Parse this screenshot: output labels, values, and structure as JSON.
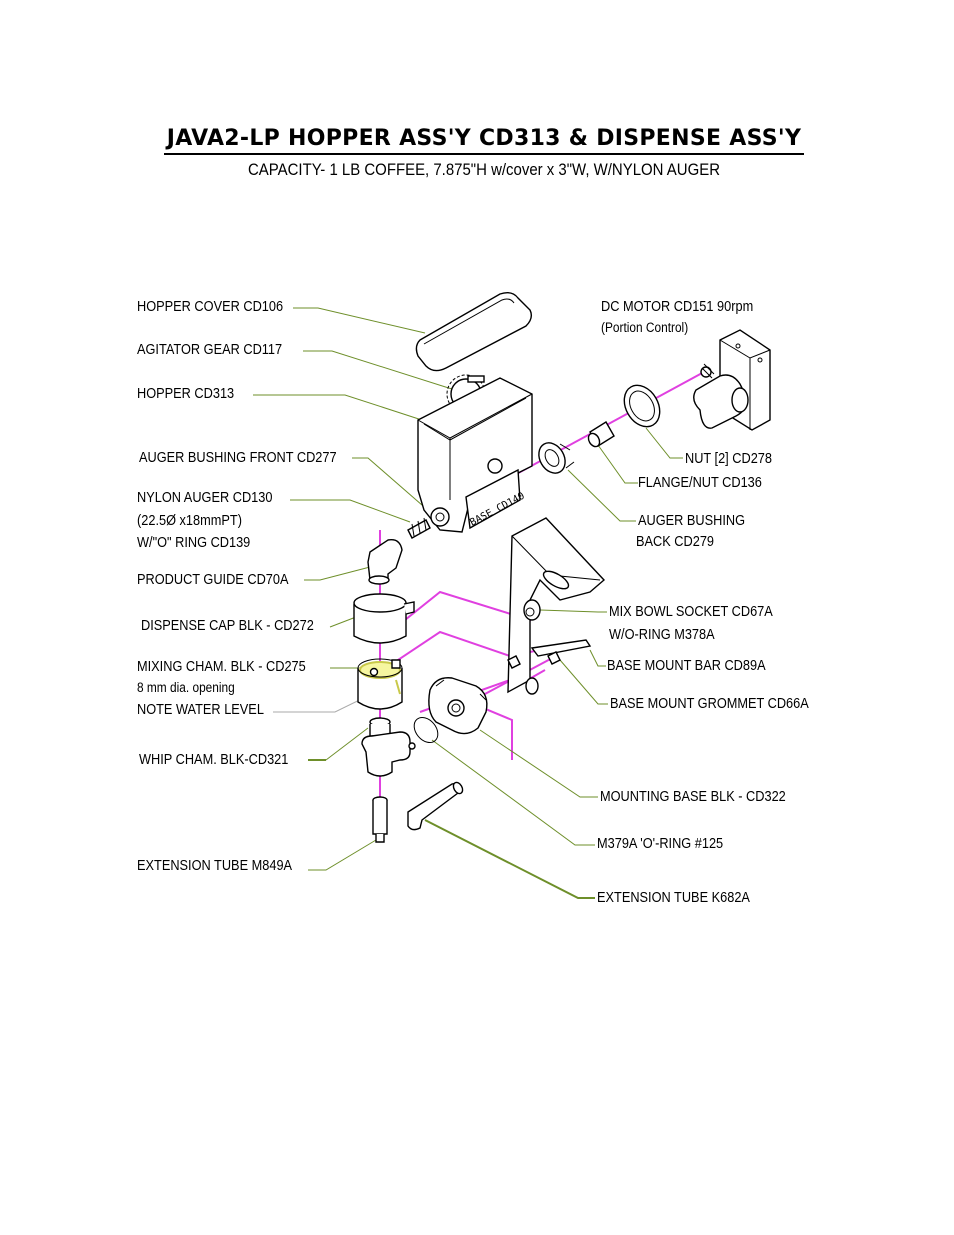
{
  "header": {
    "title": "JAVA2-LP HOPPER ASS'Y CD313 & DISPENSE ASS'Y",
    "subtitle": "CAPACITY- 1 LB COFFEE, 7.875\"H w/cover x 3\"W, W/NYLON AUGER"
  },
  "labels": {
    "hopper_cover": "HOPPER COVER CD106",
    "agitator_gear": "AGITATOR GEAR CD117",
    "hopper": "HOPPER CD313",
    "auger_bushing_front": "AUGER BUSHING FRONT CD277",
    "nylon_auger_1": "NYLON AUGER CD130",
    "nylon_auger_2": "(22.5Ø x18mmPT)",
    "nylon_auger_3": "W/\"O\" RING CD139",
    "product_guide": "PRODUCT GUIDE CD70A",
    "dispense_cap": "DISPENSE CAP BLK - CD272",
    "mixing_cham_1": "MIXING CHAM. BLK - CD275",
    "mixing_cham_2": "8 mm dia. opening",
    "mixing_cham_3": "NOTE WATER LEVEL",
    "whip_cham": "WHIP CHAM.  BLK-CD321",
    "extension_tube_m849a": "EXTENSION TUBE M849A",
    "dc_motor_1": "DC MOTOR CD151 90rpm",
    "dc_motor_2": "(Portion Control)",
    "nut": "NUT [2] CD278",
    "flange_nut": "FLANGE/NUT CD136",
    "auger_bushing_back_1": "AUGER BUSHING",
    "auger_bushing_back_2": "BACK  CD279",
    "mix_bowl_socket_1": "MIX BOWL SOCKET CD67A",
    "mix_bowl_socket_2": "W/O-RING M378A",
    "base_mount_bar": "BASE MOUNT BAR CD89A",
    "base_mount_grommet": "BASE MOUNT GROMMET CD66A",
    "mounting_base": "MOUNTING BASE BLK - CD322",
    "o_ring": "M379A 'O'-RING #125",
    "extension_tube_k682a": "EXTENSION TUBE K682A",
    "hopper_base_text": "BASE CD140"
  },
  "colors": {
    "leader_line": "#6e8f2a",
    "axis_line": "#e040e0",
    "highlight": "#f6f6a0"
  }
}
